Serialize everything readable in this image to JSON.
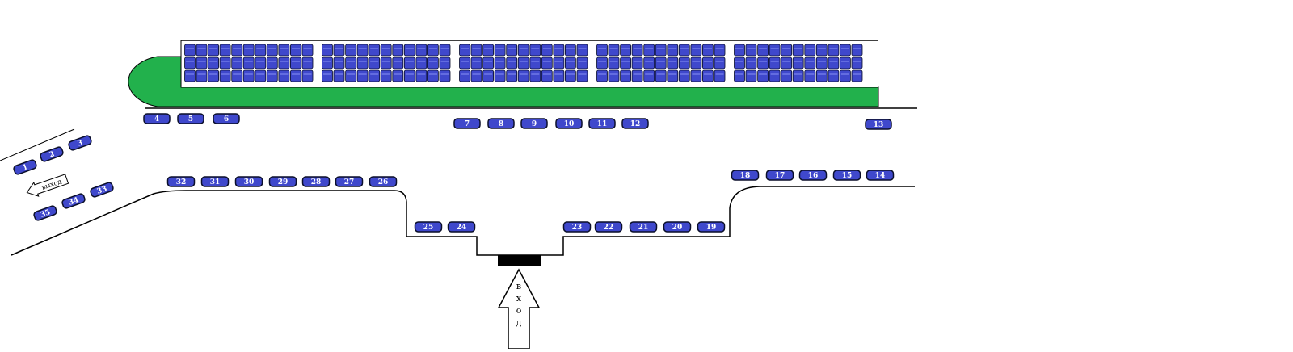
{
  "colors": {
    "tribune_green": "#22b14c",
    "seat_fill": "#3f48cc",
    "seat_stroke": "#0b0f2a",
    "spot_label": "#ffffff",
    "line": "#000000",
    "gate": "#000000"
  },
  "tribune": {
    "sections": 5,
    "rows": 3,
    "seats_per_row": 11
  },
  "top_row_spots": [
    "4",
    "5",
    "6",
    "7",
    "8",
    "9",
    "10",
    "11",
    "12",
    "13"
  ],
  "left_lane_upper_spots": [
    "1",
    "2",
    "3"
  ],
  "left_lane_lower_spots": [
    "35",
    "34",
    "33"
  ],
  "left_row_spots": [
    "32",
    "31",
    "30",
    "29",
    "28",
    "27",
    "26"
  ],
  "bay_left_spots": [
    "25",
    "24"
  ],
  "bay_right_spots": [
    "23",
    "22",
    "21",
    "20",
    "19"
  ],
  "right_row_spots": [
    "18",
    "17",
    "16",
    "15",
    "14"
  ],
  "exit_label": "выход",
  "entrance_label": "вход"
}
